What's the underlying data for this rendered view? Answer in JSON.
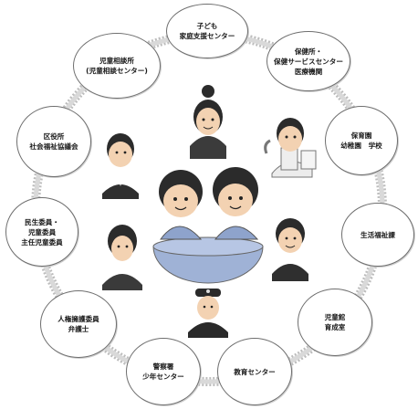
{
  "nodes": [
    {
      "id": "kodomo",
      "label": "子ども\n家庭支援センター"
    },
    {
      "id": "hoikusho",
      "label": "保健所・\n保健サービスセンター\n医療機関"
    },
    {
      "id": "hoikuen",
      "label": "保育園\n幼稚園　学校"
    },
    {
      "id": "seikatsu",
      "label": "生活福祉課"
    },
    {
      "id": "jidoukan",
      "label": "児童館\n育成室"
    },
    {
      "id": "kyouiku",
      "label": "教育センター"
    },
    {
      "id": "keisatsu",
      "label": "警察署\n少年センター"
    },
    {
      "id": "jinken",
      "label": "人権擁護委員\n弁護士"
    },
    {
      "id": "minsei",
      "label": "民生委員・\n児童委員\n主任児童委員"
    },
    {
      "id": "kuyakusho",
      "label": "区役所\n社会福祉協議会"
    },
    {
      "id": "jidousoudan",
      "label": "児童相談所\n(児童相談センター)"
    }
  ],
  "colors": {
    "ring": "#bdbdbd",
    "node_border": "#6e6e6e",
    "skin": "#f3d2b2",
    "hair": "#2b2b2b",
    "shirt_dark": "#3b3b3b",
    "globe": "#9fb2d6"
  },
  "figures": [
    {
      "name": "woman-top",
      "icon": "person-bun"
    },
    {
      "name": "doctor",
      "icon": "doctor"
    },
    {
      "name": "man-suit-left",
      "icon": "man-suit"
    },
    {
      "name": "woman-left",
      "icon": "woman-short"
    },
    {
      "name": "boy-right",
      "icon": "boy"
    },
    {
      "name": "police-officer",
      "icon": "police"
    },
    {
      "name": "children-center",
      "icon": "children-globe"
    }
  ]
}
